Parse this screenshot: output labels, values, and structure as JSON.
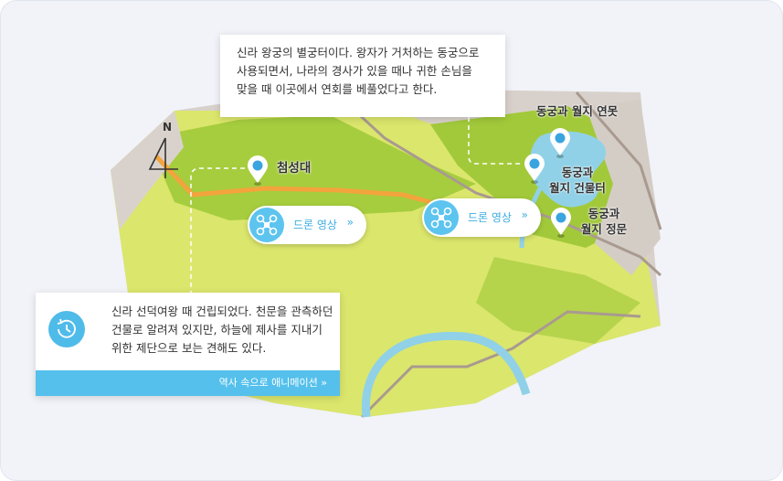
{
  "info_top": {
    "lines": [
      "신라 왕궁의 별궁터이다. 왕자가 거처하는 동궁으로",
      "사용되면서, 나라의 경사가 있을 때나 귀한 손님을",
      "맞을 때 이곳에서 연회를 베풀었다고 한다."
    ]
  },
  "info_bottom": {
    "lines": [
      "신라 선덕여왕 때 건립되었다. 천문을 관측하던",
      "건물로 알려져 있지만, 하늘에 제사를 지내기",
      "위한 제단으로 보는 견해도 있다."
    ],
    "history_icon": "history-clock-icon",
    "animation_label": "역사 속으로 애니메이션",
    "animation_chevron": "»"
  },
  "drone_buttons": [
    {
      "label": "드론 영상",
      "chevron": "»",
      "icon": "drone-icon"
    },
    {
      "label": "드론 영상",
      "chevron": "»",
      "icon": "drone-icon"
    }
  ],
  "places": {
    "cheomseongdae": "첨성대",
    "pond": "동궁과 월지 연못",
    "building_site_l1": "동궁과",
    "building_site_l2": "월지 건물터",
    "gate_l1": "동궁과",
    "gate_l2": "월지 정문"
  },
  "compass": {
    "label": "N",
    "icon": "north-arrow-icon"
  },
  "colors": {
    "map_tan": "#d9d2cc",
    "map_green": "#a2cc3b",
    "map_yellow": "#dbe66c",
    "path_orange": "#f4a53c",
    "water_blue": "#8fd0e6",
    "road_brown": "#a99a90",
    "accent_blue": "#55c0ec"
  }
}
